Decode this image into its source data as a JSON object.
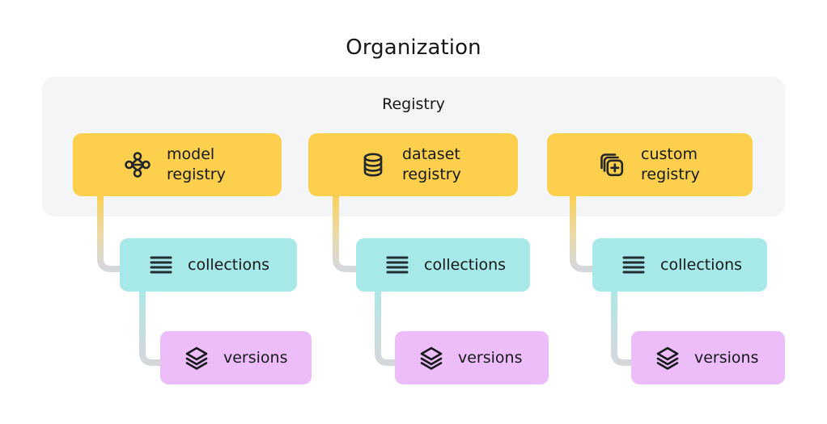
{
  "diagram": {
    "title": "Organization",
    "group": {
      "label": "Registry",
      "background_color": "#F4F5F7"
    },
    "colors": {
      "registry_card": "#FCCF4D",
      "collections_card": "#A7E9E8",
      "versions_card": "#EDBDF9",
      "group_background": "#F4F5F7",
      "connector_gray": "#D5D8DB",
      "text": "#16181B",
      "icon": "#23272B",
      "page_background": "#FFFFFF"
    },
    "columns": [
      {
        "id": "model",
        "registry": {
          "label": "model\nregistry",
          "icon": "network-nodes-icon"
        },
        "collections": {
          "label": "collections",
          "icon": "list-lines-icon"
        },
        "versions": {
          "label": "versions",
          "icon": "stacked-layers-icon"
        }
      },
      {
        "id": "dataset",
        "registry": {
          "label": "dataset\nregistry",
          "icon": "database-cylinder-icon"
        },
        "collections": {
          "label": "collections",
          "icon": "list-lines-icon"
        },
        "versions": {
          "label": "versions",
          "icon": "stacked-layers-icon"
        }
      },
      {
        "id": "custom",
        "registry": {
          "label": "custom\nregistry",
          "icon": "copy-plus-icon"
        },
        "collections": {
          "label": "collections",
          "icon": "list-lines-icon"
        },
        "versions": {
          "label": "versions",
          "icon": "stacked-layers-icon"
        }
      }
    ]
  }
}
